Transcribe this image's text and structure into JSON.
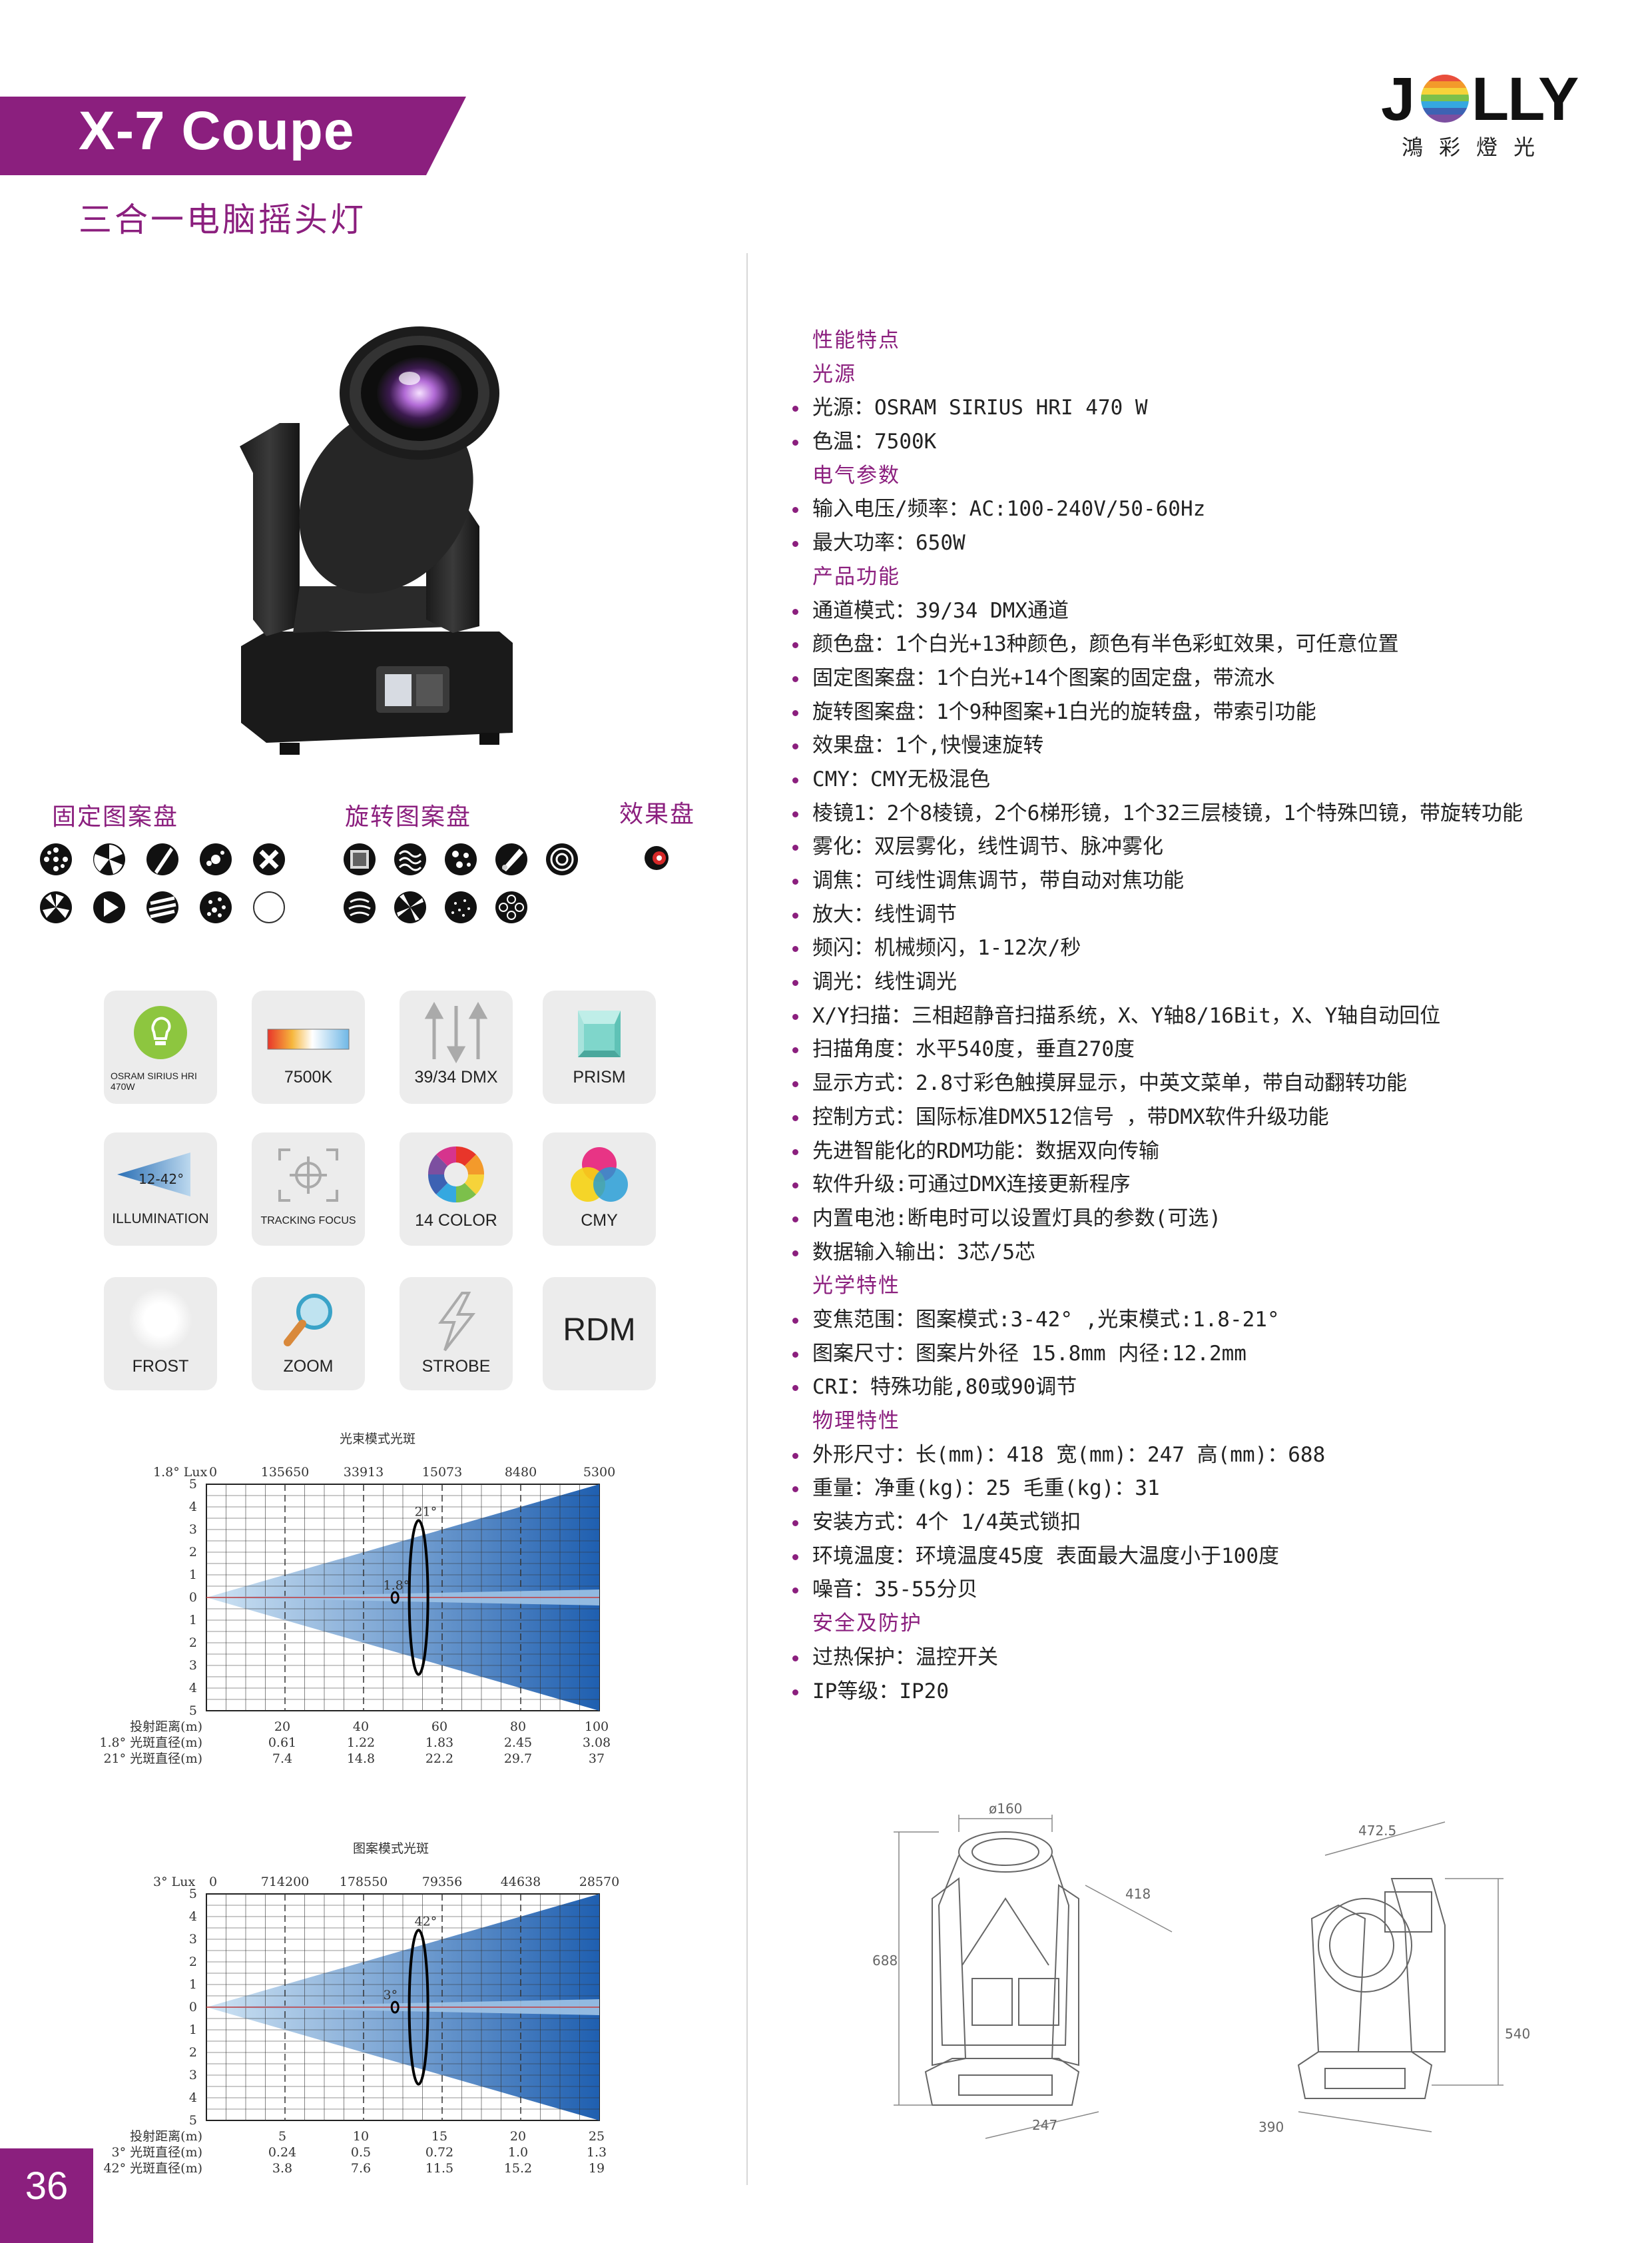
{
  "header": {
    "title": "X-7 Coupe",
    "subtitle": "三合一电脑摇头灯",
    "brand": "JOLLY",
    "brand_sub": "鴻彩燈光"
  },
  "colors": {
    "accent": "#8b1f7e",
    "beam_blue": "#2a6fb5",
    "tile_bg": "#ececec"
  },
  "gobos": {
    "fixed_label": "固定图案盘",
    "rotating_label": "旋转图案盘",
    "effect_label": "效果盘"
  },
  "tiles": [
    {
      "label": "OSRAM SIRIUS HRI 470W",
      "icon": "bulb-icon"
    },
    {
      "label": "7500K",
      "icon": "color-temperature-icon"
    },
    {
      "label": "39/34 DMX",
      "icon": "dmx-arrows-icon"
    },
    {
      "label": "PRISM",
      "icon": "prism-icon"
    },
    {
      "label": "ILLUMINATION",
      "icon": "beam-angle-icon",
      "sub": "12-42°"
    },
    {
      "label": "TRACKING FOCUS",
      "icon": "tracking-focus-icon"
    },
    {
      "label": "14 COLOR",
      "icon": "color-wheel-icon"
    },
    {
      "label": "CMY",
      "icon": "cmy-icon"
    },
    {
      "label": "FROST",
      "icon": "frost-icon"
    },
    {
      "label": "ZOOM",
      "icon": "zoom-icon"
    },
    {
      "label": "STROBE",
      "icon": "strobe-icon"
    },
    {
      "label": "RDM",
      "icon": "rdm-text"
    }
  ],
  "specs": [
    {
      "type": "head",
      "text": "性能特点"
    },
    {
      "type": "head",
      "text": "光源"
    },
    {
      "type": "item",
      "text": "光源：OSRAM SIRIUS HRI 470 W"
    },
    {
      "type": "item",
      "text": "色温：7500K"
    },
    {
      "type": "head",
      "text": "电气参数"
    },
    {
      "type": "item",
      "text": "输入电压/频率：AC:100-240V/50-60Hz"
    },
    {
      "type": "item",
      "text": "最大功率：650W"
    },
    {
      "type": "head",
      "text": "产品功能"
    },
    {
      "type": "item",
      "text": "通道模式：39/34 DMX通道"
    },
    {
      "type": "item",
      "text": "颜色盘：1个白光+13种颜色，颜色有半色彩虹效果，可任意位置"
    },
    {
      "type": "item",
      "text": "固定图案盘：1个白光+14个图案的固定盘，带流水"
    },
    {
      "type": "item",
      "text": "旋转图案盘：1个9种图案+1白光的旋转盘，带索引功能"
    },
    {
      "type": "item",
      "text": "效果盘：1个,快慢速旋转"
    },
    {
      "type": "item",
      "text": "CMY：CMY无极混色"
    },
    {
      "type": "item",
      "text": "棱镜1：2个8棱镜，2个6梯形镜，1个32三层棱镜，1个特殊凹镜，带旋转功能"
    },
    {
      "type": "item",
      "text": "雾化：双层雾化，线性调节、脉冲雾化"
    },
    {
      "type": "item",
      "text": "调焦：可线性调焦调节，带自动对焦功能"
    },
    {
      "type": "item",
      "text": "放大：线性调节"
    },
    {
      "type": "item",
      "text": "频闪：机械频闪，1-12次/秒"
    },
    {
      "type": "item",
      "text": "调光：线性调光"
    },
    {
      "type": "item",
      "text": "X/Y扫描：三相超静音扫描系统，X、Y轴8/16Bit，X、Y轴自动回位"
    },
    {
      "type": "item",
      "text": "扫描角度：水平540度，垂直270度"
    },
    {
      "type": "item",
      "text": "显示方式：2.8寸彩色触摸屏显示，中英文菜单，带自动翻转功能"
    },
    {
      "type": "item",
      "text": "控制方式：国际标准DMX512信号 ，带DMX软件升级功能"
    },
    {
      "type": "item",
      "text": "先进智能化的RDM功能：数据双向传输"
    },
    {
      "type": "item",
      "text": "软件升级:可通过DMX连接更新程序"
    },
    {
      "type": "item",
      "text": "内置电池:断电时可以设置灯具的参数(可选)"
    },
    {
      "type": "item",
      "text": "数据输入输出：3芯/5芯"
    },
    {
      "type": "head",
      "text": "光学特性"
    },
    {
      "type": "item",
      "text": "变焦范围：图案模式:3-42° ,光束模式:1.8-21°"
    },
    {
      "type": "item",
      "text": "图案尺寸：图案片外径 15.8mm  内径:12.2mm"
    },
    {
      "type": "item",
      "text": "CRI：特殊功能,80或90调节"
    },
    {
      "type": "head",
      "text": "物理特性"
    },
    {
      "type": "item",
      "text": "外形尺寸：长(mm)：418  宽(mm)：247  高(mm)：688"
    },
    {
      "type": "item",
      "text": "重量：净重(kg)：25  毛重(kg)：31"
    },
    {
      "type": "item",
      "text": "安装方式：4个 1/4英式锁扣"
    },
    {
      "type": "item",
      "text": "环境温度：环境温度45度 表面最大温度小于100度"
    },
    {
      "type": "item",
      "text": "噪音：35-55分贝"
    },
    {
      "type": "head",
      "text": "安全及防护"
    },
    {
      "type": "item",
      "text": "过热保护：温控开关"
    },
    {
      "type": "item",
      "text": "IP等级：IP20"
    }
  ],
  "chart_data": [
    {
      "type": "area",
      "title": "光束模式光斑",
      "lux_label": "1.8° Lux",
      "lux_values": [
        "0",
        "135650",
        "33913",
        "15073",
        "8480",
        "5300"
      ],
      "y_ticks": [
        "5",
        "4",
        "3",
        "2",
        "1",
        "0",
        "1",
        "2",
        "3",
        "4",
        "5"
      ],
      "x_values": [
        0,
        20,
        40,
        60,
        80,
        100
      ],
      "wide_angle_label": "21°",
      "narrow_angle_label": "1.8°",
      "rows": [
        {
          "label": "投射距离(m)",
          "values": [
            "20",
            "40",
            "60",
            "80",
            "100"
          ]
        },
        {
          "label": "1.8° 光斑直径(m)",
          "values": [
            "0.61",
            "1.22",
            "1.83",
            "2.45",
            "3.08"
          ]
        },
        {
          "label": "21° 光斑直径(m)",
          "values": [
            "7.4",
            "14.8",
            "22.2",
            "29.7",
            "37"
          ]
        }
      ]
    },
    {
      "type": "area",
      "title": "图案模式光斑",
      "lux_label": "3° Lux",
      "lux_values": [
        "0",
        "714200",
        "178550",
        "79356",
        "44638",
        "28570"
      ],
      "y_ticks": [
        "5",
        "4",
        "3",
        "2",
        "1",
        "0",
        "1",
        "2",
        "3",
        "4",
        "5"
      ],
      "x_values": [
        0,
        5,
        10,
        15,
        20,
        25
      ],
      "wide_angle_label": "42°",
      "narrow_angle_label": "3°",
      "rows": [
        {
          "label": "投射距离(m)",
          "values": [
            "5",
            "10",
            "15",
            "20",
            "25"
          ]
        },
        {
          "label": "3° 光斑直径(m)",
          "values": [
            "0.24",
            "0.5",
            "0.72",
            "1.0",
            "1.3"
          ]
        },
        {
          "label": "42° 光斑直径(m)",
          "values": [
            "3.8",
            "7.6",
            "11.5",
            "15.2",
            "19"
          ]
        }
      ]
    }
  ],
  "dimensions": {
    "front": {
      "top": "ø160",
      "depth": "418",
      "height": "688",
      "width": "247"
    },
    "side": {
      "top": "472.5",
      "height": "540",
      "width": "390"
    }
  },
  "page_number": "36"
}
